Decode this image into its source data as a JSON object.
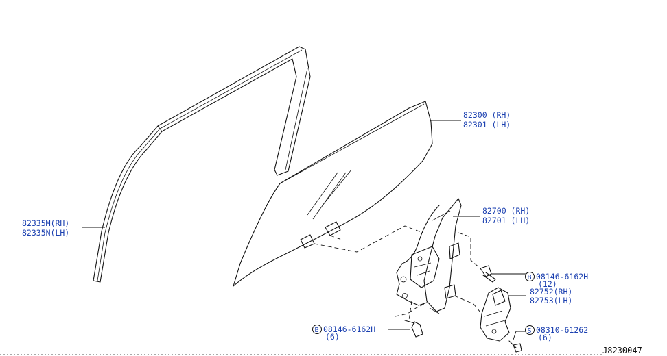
{
  "callouts": {
    "run_channel": [
      "82335M(RH)",
      "82335N(LH)"
    ],
    "glass": [
      "82300 (RH)",
      "82301 (LH)"
    ],
    "regulator": [
      "82700 (RH)",
      "82701 (LH)"
    ],
    "bolt_right": [
      "08146-6162H",
      "(12)"
    ],
    "motor": [
      "82752(RH)",
      "82753(LH)"
    ],
    "bolt_left": [
      "08146-6162H",
      "(6)"
    ],
    "screw": [
      "08310-61262",
      "(6)"
    ]
  },
  "markers": {
    "bolt_right": "B",
    "bolt_left": "B",
    "screw": "S"
  },
  "reference": "J8230047"
}
